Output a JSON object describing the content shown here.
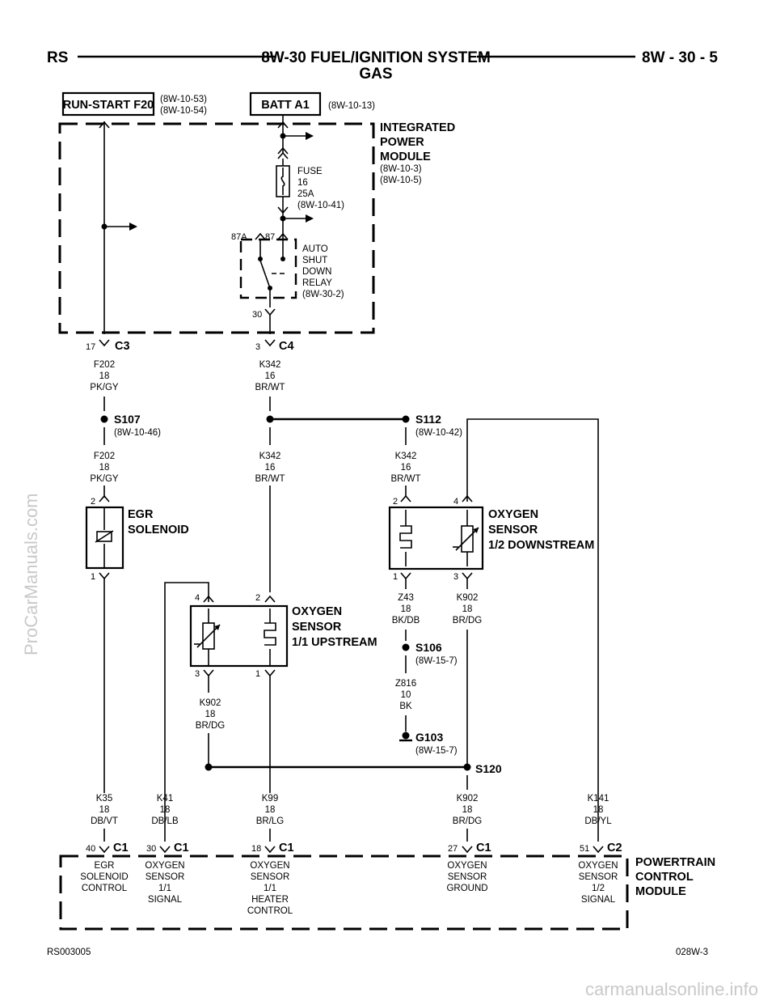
{
  "header": {
    "left": "RS",
    "title_line1": "8W-30 FUEL/IGNITION SYSTEM",
    "title_line2": "GAS",
    "right": "8W - 30 - 5"
  },
  "sources": {
    "run_start": {
      "label": "RUN-START F20",
      "refs": [
        "(8W-10-53)",
        "(8W-10-54)"
      ]
    },
    "batt": {
      "label": "BATT A1",
      "ref": "(8W-10-13)"
    }
  },
  "ipm": {
    "name": [
      "INTEGRATED",
      "POWER",
      "MODULE"
    ],
    "refs": [
      "(8W-10-3)",
      "(8W-10-5)"
    ]
  },
  "fuse": {
    "lines": [
      "FUSE",
      "16",
      "25A",
      "(8W-10-41)"
    ]
  },
  "relay": {
    "lines": [
      "AUTO",
      "SHUT",
      "DOWN",
      "RELAY",
      "(8W-30-2)"
    ],
    "pin_87a": "87A",
    "pin_87": "87",
    "pin_30": "30"
  },
  "connectors": {
    "c3": {
      "name": "C3",
      "pin": "17"
    },
    "c4": {
      "name": "C4",
      "pin": "3"
    },
    "pcm_egr": {
      "name": "C1",
      "pin": "40"
    },
    "pcm_o2_11_sig": {
      "name": "C1",
      "pin": "30"
    },
    "pcm_o2_11_htr": {
      "name": "C1",
      "pin": "18"
    },
    "pcm_gnd": {
      "name": "C1",
      "pin": "27"
    },
    "pcm_o2_12_sig": {
      "name": "C2",
      "pin": "51"
    }
  },
  "wires": {
    "f202_a": [
      "F202",
      "18",
      "PK/GY"
    ],
    "k342_a": [
      "K342",
      "16",
      "BR/WT"
    ],
    "f202_b": [
      "F202",
      "18",
      "PK/GY"
    ],
    "k342_b": [
      "K342",
      "16",
      "BR/WT"
    ],
    "k342_c": [
      "K342",
      "16",
      "BR/WT"
    ],
    "z43": [
      "Z43",
      "18",
      "BK/DB"
    ],
    "k902_a": [
      "K902",
      "18",
      "BR/DG"
    ],
    "k902_b": [
      "K902",
      "18",
      "BR/DG"
    ],
    "z816": [
      "Z816",
      "10",
      "BK"
    ],
    "k35": [
      "K35",
      "18",
      "DB/VT"
    ],
    "k41": [
      "K41",
      "18",
      "DB/LB"
    ],
    "k99": [
      "K99",
      "18",
      "BR/LG"
    ],
    "k902_c": [
      "K902",
      "18",
      "BR/DG"
    ],
    "k141": [
      "K141",
      "18",
      "DB/YL"
    ]
  },
  "splices": {
    "s107": {
      "name": "S107",
      "ref": "(8W-10-46)"
    },
    "s112": {
      "name": "S112",
      "ref": "(8W-10-42)"
    },
    "s106": {
      "name": "S106",
      "ref": "(8W-15-7)"
    },
    "g103": {
      "name": "G103",
      "ref": "(8W-15-7)"
    },
    "s120": {
      "name": "S120"
    }
  },
  "components": {
    "egr": {
      "name": [
        "EGR",
        "SOLENOID"
      ],
      "pin_top": "2",
      "pin_bot": "1"
    },
    "o2_12": {
      "name": [
        "OXYGEN",
        "SENSOR",
        "1/2 DOWNSTREAM"
      ],
      "pins": [
        "2",
        "4",
        "1",
        "3"
      ]
    },
    "o2_11": {
      "name": [
        "OXYGEN",
        "SENSOR",
        "1/1 UPSTREAM"
      ],
      "pins": [
        "4",
        "2",
        "3",
        "1"
      ]
    }
  },
  "pcm": {
    "name": [
      "POWERTRAIN",
      "CONTROL",
      "MODULE"
    ],
    "functions": {
      "egr": [
        "EGR",
        "SOLENOID",
        "CONTROL"
      ],
      "o2_11_sig": [
        "OXYGEN",
        "SENSOR",
        "1/1",
        "SIGNAL"
      ],
      "o2_11_htr": [
        "OXYGEN",
        "SENSOR",
        "1/1",
        "HEATER",
        "CONTROL"
      ],
      "gnd": [
        "OXYGEN",
        "SENSOR",
        "GROUND"
      ],
      "o2_12_sig": [
        "OXYGEN",
        "SENSOR",
        "1/2",
        "SIGNAL"
      ]
    }
  },
  "footer": {
    "left": "RS003005",
    "right": "028W-3"
  },
  "watermarks": {
    "side": "ProCarManuals.com",
    "bottom": "carmanualsonline.info"
  }
}
